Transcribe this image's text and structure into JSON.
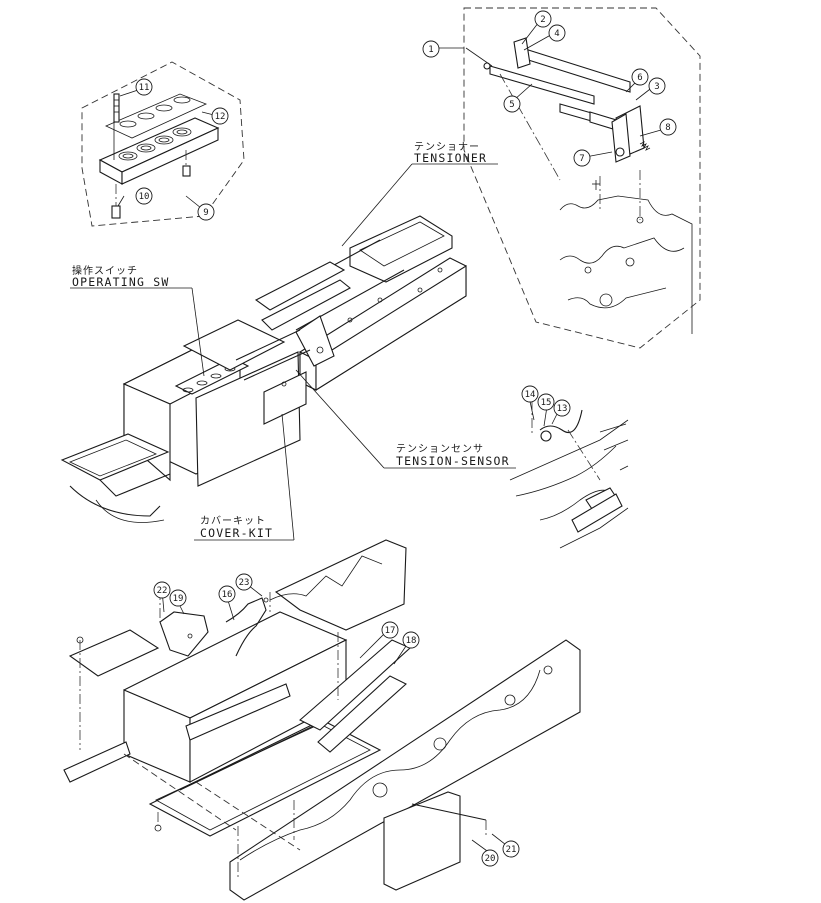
{
  "labels": {
    "tensioner_jp": "テンショナー",
    "tensioner_en": "TENSIONER",
    "operating_jp": "操作スイッチ",
    "operating_en": "OPERATING SW",
    "tension_sensor_jp": "テンションセンサ",
    "tension_sensor_en": "TENSION-SENSOR",
    "cover_kit_jp": "カバーキット",
    "cover_kit_en": "COVER-KIT"
  },
  "balloons": [
    "1",
    "2",
    "3",
    "4",
    "5",
    "6",
    "7",
    "8",
    "9",
    "10",
    "11",
    "12",
    "13",
    "14",
    "15",
    "16",
    "17",
    "18",
    "19",
    "20",
    "21",
    "22",
    "23"
  ]
}
